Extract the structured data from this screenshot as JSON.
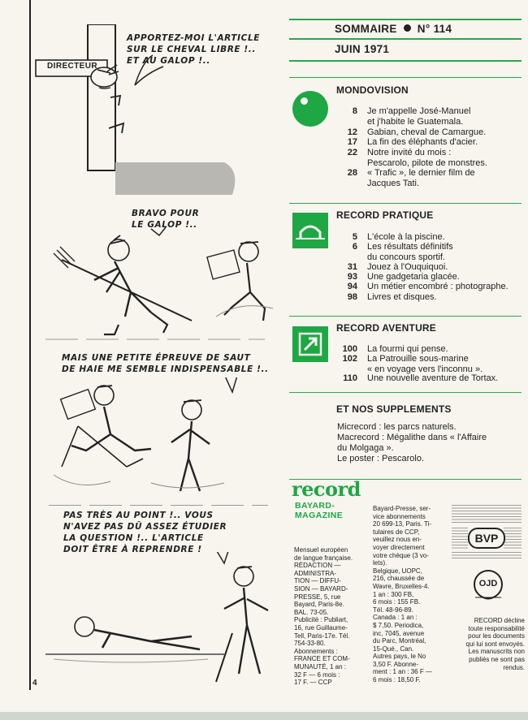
{
  "header": {
    "sommaire": "SOMMAIRE",
    "numero": "N° 114",
    "date": "JUIN 1971"
  },
  "colors": {
    "accent": "#1ea744"
  },
  "cartoon": {
    "door_sign": "DIRECTEUR",
    "bubble1": [
      "APPORTEZ-MOI L'ARTICLE",
      "SUR LE CHEVAL LIBRE !..",
      "ET AU GALOP !.."
    ],
    "bubble2": [
      "BRAVO POUR",
      "LE GALOP !.."
    ],
    "bubble3": [
      "MAIS UNE PETITE ÉPREUVE DE SAUT",
      "DE HAIE ME SEMBLE INDISPENSABLE !.."
    ],
    "bubble4": [
      "PAS TRÈS AU POINT !.. VOUS",
      "N'AVEZ PAS DÛ ASSEZ ÉTUDIER",
      "LA QUESTION !.. L'ARTICLE",
      "DOIT ÊTRE À REPRENDRE !"
    ]
  },
  "sections": [
    {
      "title": "MONDOVISION",
      "icon": "globe-icon",
      "items": [
        {
          "page": "8",
          "lines": [
            "Je m'appelle José-Manuel",
            "et j'habite le Guatemala."
          ]
        },
        {
          "page": "12",
          "lines": [
            "Gabian, cheval de Camargue."
          ]
        },
        {
          "page": "17",
          "lines": [
            "La fin des éléphants d'acier."
          ]
        },
        {
          "page": "22",
          "lines": [
            "Notre invité du mois :",
            "Pescarolo, pilote de monstres."
          ]
        },
        {
          "page": "28",
          "lines": [
            "« Trafic », le dernier film de",
            "Jacques Tati."
          ]
        }
      ]
    },
    {
      "title": "RECORD PRATIQUE",
      "icon": "arch-icon",
      "items": [
        {
          "page": "5",
          "lines": [
            "L'école à la piscine."
          ]
        },
        {
          "page": "6",
          "lines": [
            "Les résultats définitifs",
            "du concours sportif."
          ]
        },
        {
          "page": "31",
          "lines": [
            "Jouez à l'Ouquiquoi."
          ]
        },
        {
          "page": "93",
          "lines": [
            "Une gadgetaria glacée."
          ]
        },
        {
          "page": "94",
          "lines": [
            "Un métier encombré : photographe."
          ]
        },
        {
          "page": "98",
          "lines": [
            "Livres et disques."
          ]
        }
      ]
    },
    {
      "title": "RECORD AVENTURE",
      "icon": "arrow-box-icon",
      "items": [
        {
          "page": "100",
          "lines": [
            "La fourmi qui pense."
          ]
        },
        {
          "page": "102",
          "lines": [
            "La Patrouille sous-marine",
            "« en voyage vers l'inconnu »."
          ]
        },
        {
          "page": "110",
          "lines": [
            "Une nouvelle aventure de Tortax."
          ]
        }
      ]
    }
  ],
  "supplements": {
    "title": "ET NOS SUPPLEMENTS",
    "lines": [
      "Micrecord : les parcs naturels.",
      "Macrecord : Mégalithe dans « l'Affaire",
      "du Molgaga ».",
      "Le poster : Pescarolo."
    ]
  },
  "masthead": {
    "logo": "record",
    "sub1": "BAYARD-",
    "sub2": "MAGAZINE",
    "col1": [
      "Mensuel européen",
      "de langue française.",
      "RÉDACTION —",
      "ADMINISTRA-",
      "TION — DIFFU-",
      "SION — BAYARD-",
      "PRESSE, 5, rue",
      "Bayard, Paris-8e.",
      "BAL. 73-05.",
      "Publicité : Publiart,",
      "16, rue Guillaume-",
      "Tell, Paris-17e. Tél.",
      "754-33-80.",
      "Abonnements :",
      "FRANCE ET COM-",
      "MUNAUTÉ, 1 an :",
      "32 F — 6 mois :",
      "17 F. — CCP"
    ],
    "col2": [
      "Bayard-Presse, ser-",
      "vice abonnements",
      "20 699-13, Paris. Ti-",
      "tulaires de CCP,",
      "veuillez nous en-",
      "voyer directement",
      "votre chèque (3 vo-",
      "lets).",
      "Belgique, UOPC,",
      "216, chaussée de",
      "Wavre, Bruxelles-4.",
      "1 an : 300 FB,",
      "6 mois : 155 FB.",
      "Tél. 48-96-89.",
      "Canada : 1 an :",
      "$ 7,50. Periodica,",
      "inc, 7045, avenue",
      "du Parc, Montréal,",
      "15-Qué., Can.",
      "Autres pays, le No",
      "3,50 F. Abonne-",
      "ment : 1 an : 36 F —",
      "6 mois : 18,50 F."
    ],
    "bvp": "BVP",
    "ojd": "OJD",
    "notice": [
      "RECORD décline",
      "toute responsabilité",
      "pour les documents",
      "qui lui sont envoyés.",
      "Les manuscrits non",
      "publiés ne sont pas",
      "rendus."
    ]
  },
  "page_number": "4"
}
